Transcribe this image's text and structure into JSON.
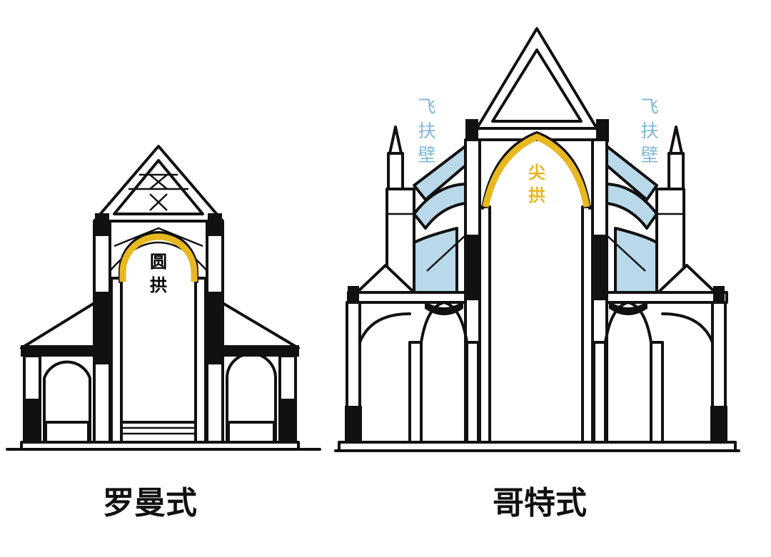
{
  "colors": {
    "ink": "#111111",
    "round_arch": "#e8b820",
    "pointed_arch": "#e8b820",
    "flying_buttress_fill": "#b9d9ea",
    "label_blue": "#7fb8d8",
    "label_gold": "#e8b820"
  },
  "romanesque": {
    "arch_label_line1": "圆",
    "arch_label_line2": "拱",
    "caption": "罗曼式"
  },
  "gothic": {
    "arch_label_line1": "尖",
    "arch_label_line2": "拱",
    "buttress_left": {
      "line1": "飞",
      "line2": "扶",
      "line3": "壁"
    },
    "buttress_right": {
      "line1": "飞",
      "line2": "扶",
      "line3": "壁"
    },
    "caption": "哥特式"
  }
}
